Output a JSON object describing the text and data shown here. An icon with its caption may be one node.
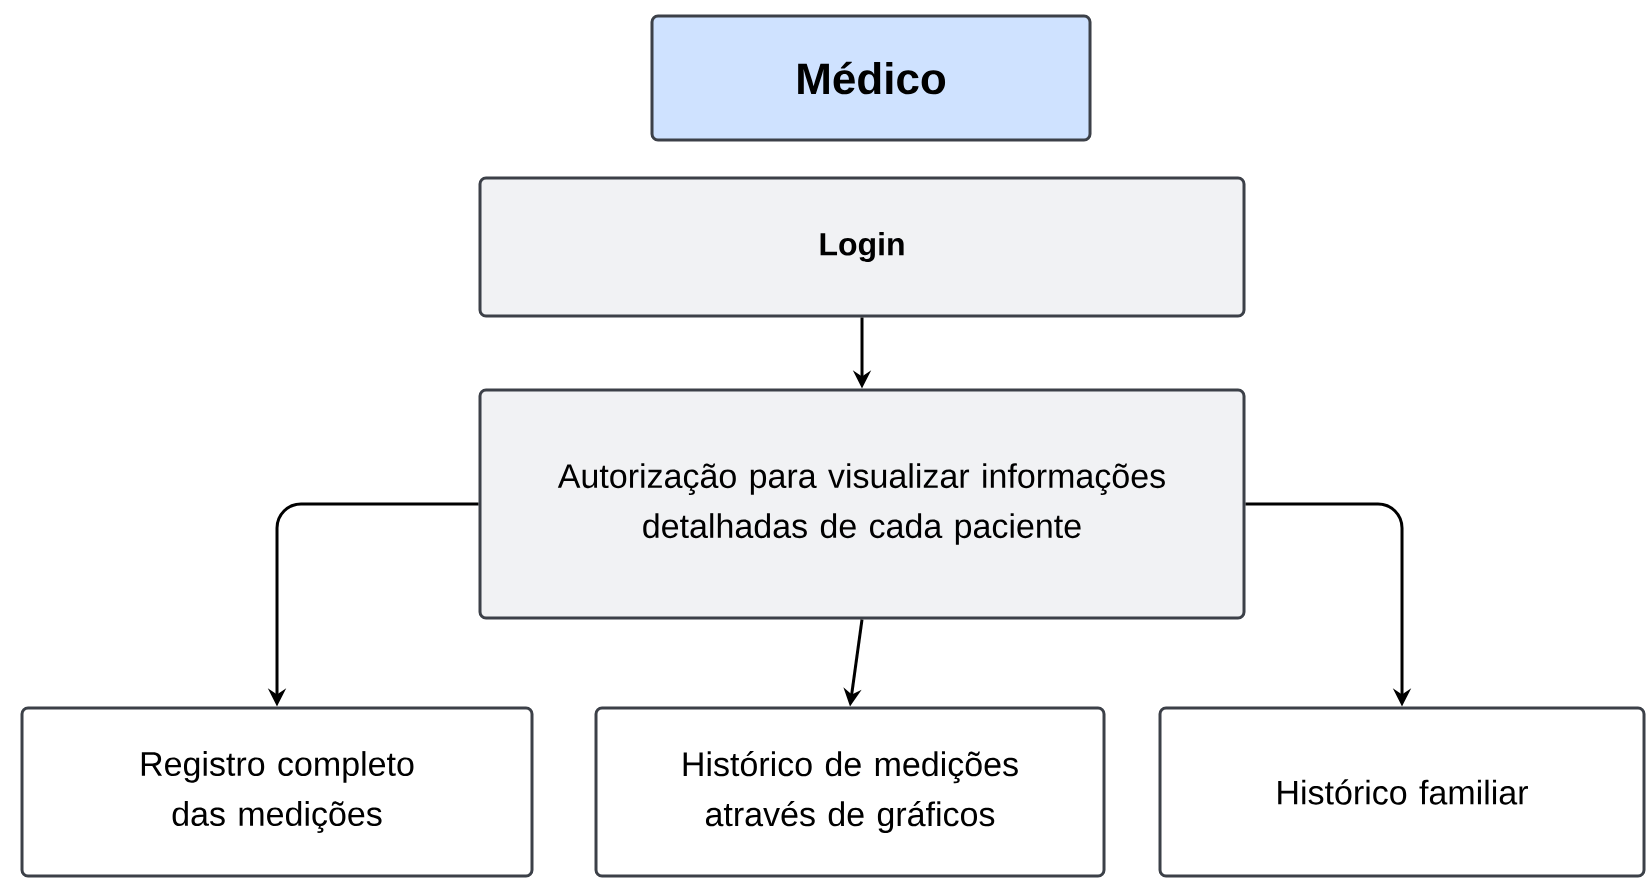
{
  "diagram": {
    "nodes": [
      {
        "text": [
          "Médico"
        ]
      },
      {
        "text": [
          "Login"
        ]
      },
      {
        "text": [
          "Autorização para visualizar informações detalhadas de cada paciente"
        ]
      },
      {
        "text": [
          "Registro completo das medições"
        ]
      },
      {
        "text": [
          "Histórico de medições através de gráficos"
        ]
      },
      {
        "text": [
          "Histórico familiar"
        ]
      }
    ],
    "edges": [
      {
        "from": 1,
        "to": 2,
        "arrow": "to"
      },
      {
        "from": 2,
        "to": 3,
        "arrow": "to"
      },
      {
        "from": 2,
        "to": 4,
        "arrow": "to"
      },
      {
        "from": 2,
        "to": 5,
        "arrow": "to"
      }
    ]
  }
}
